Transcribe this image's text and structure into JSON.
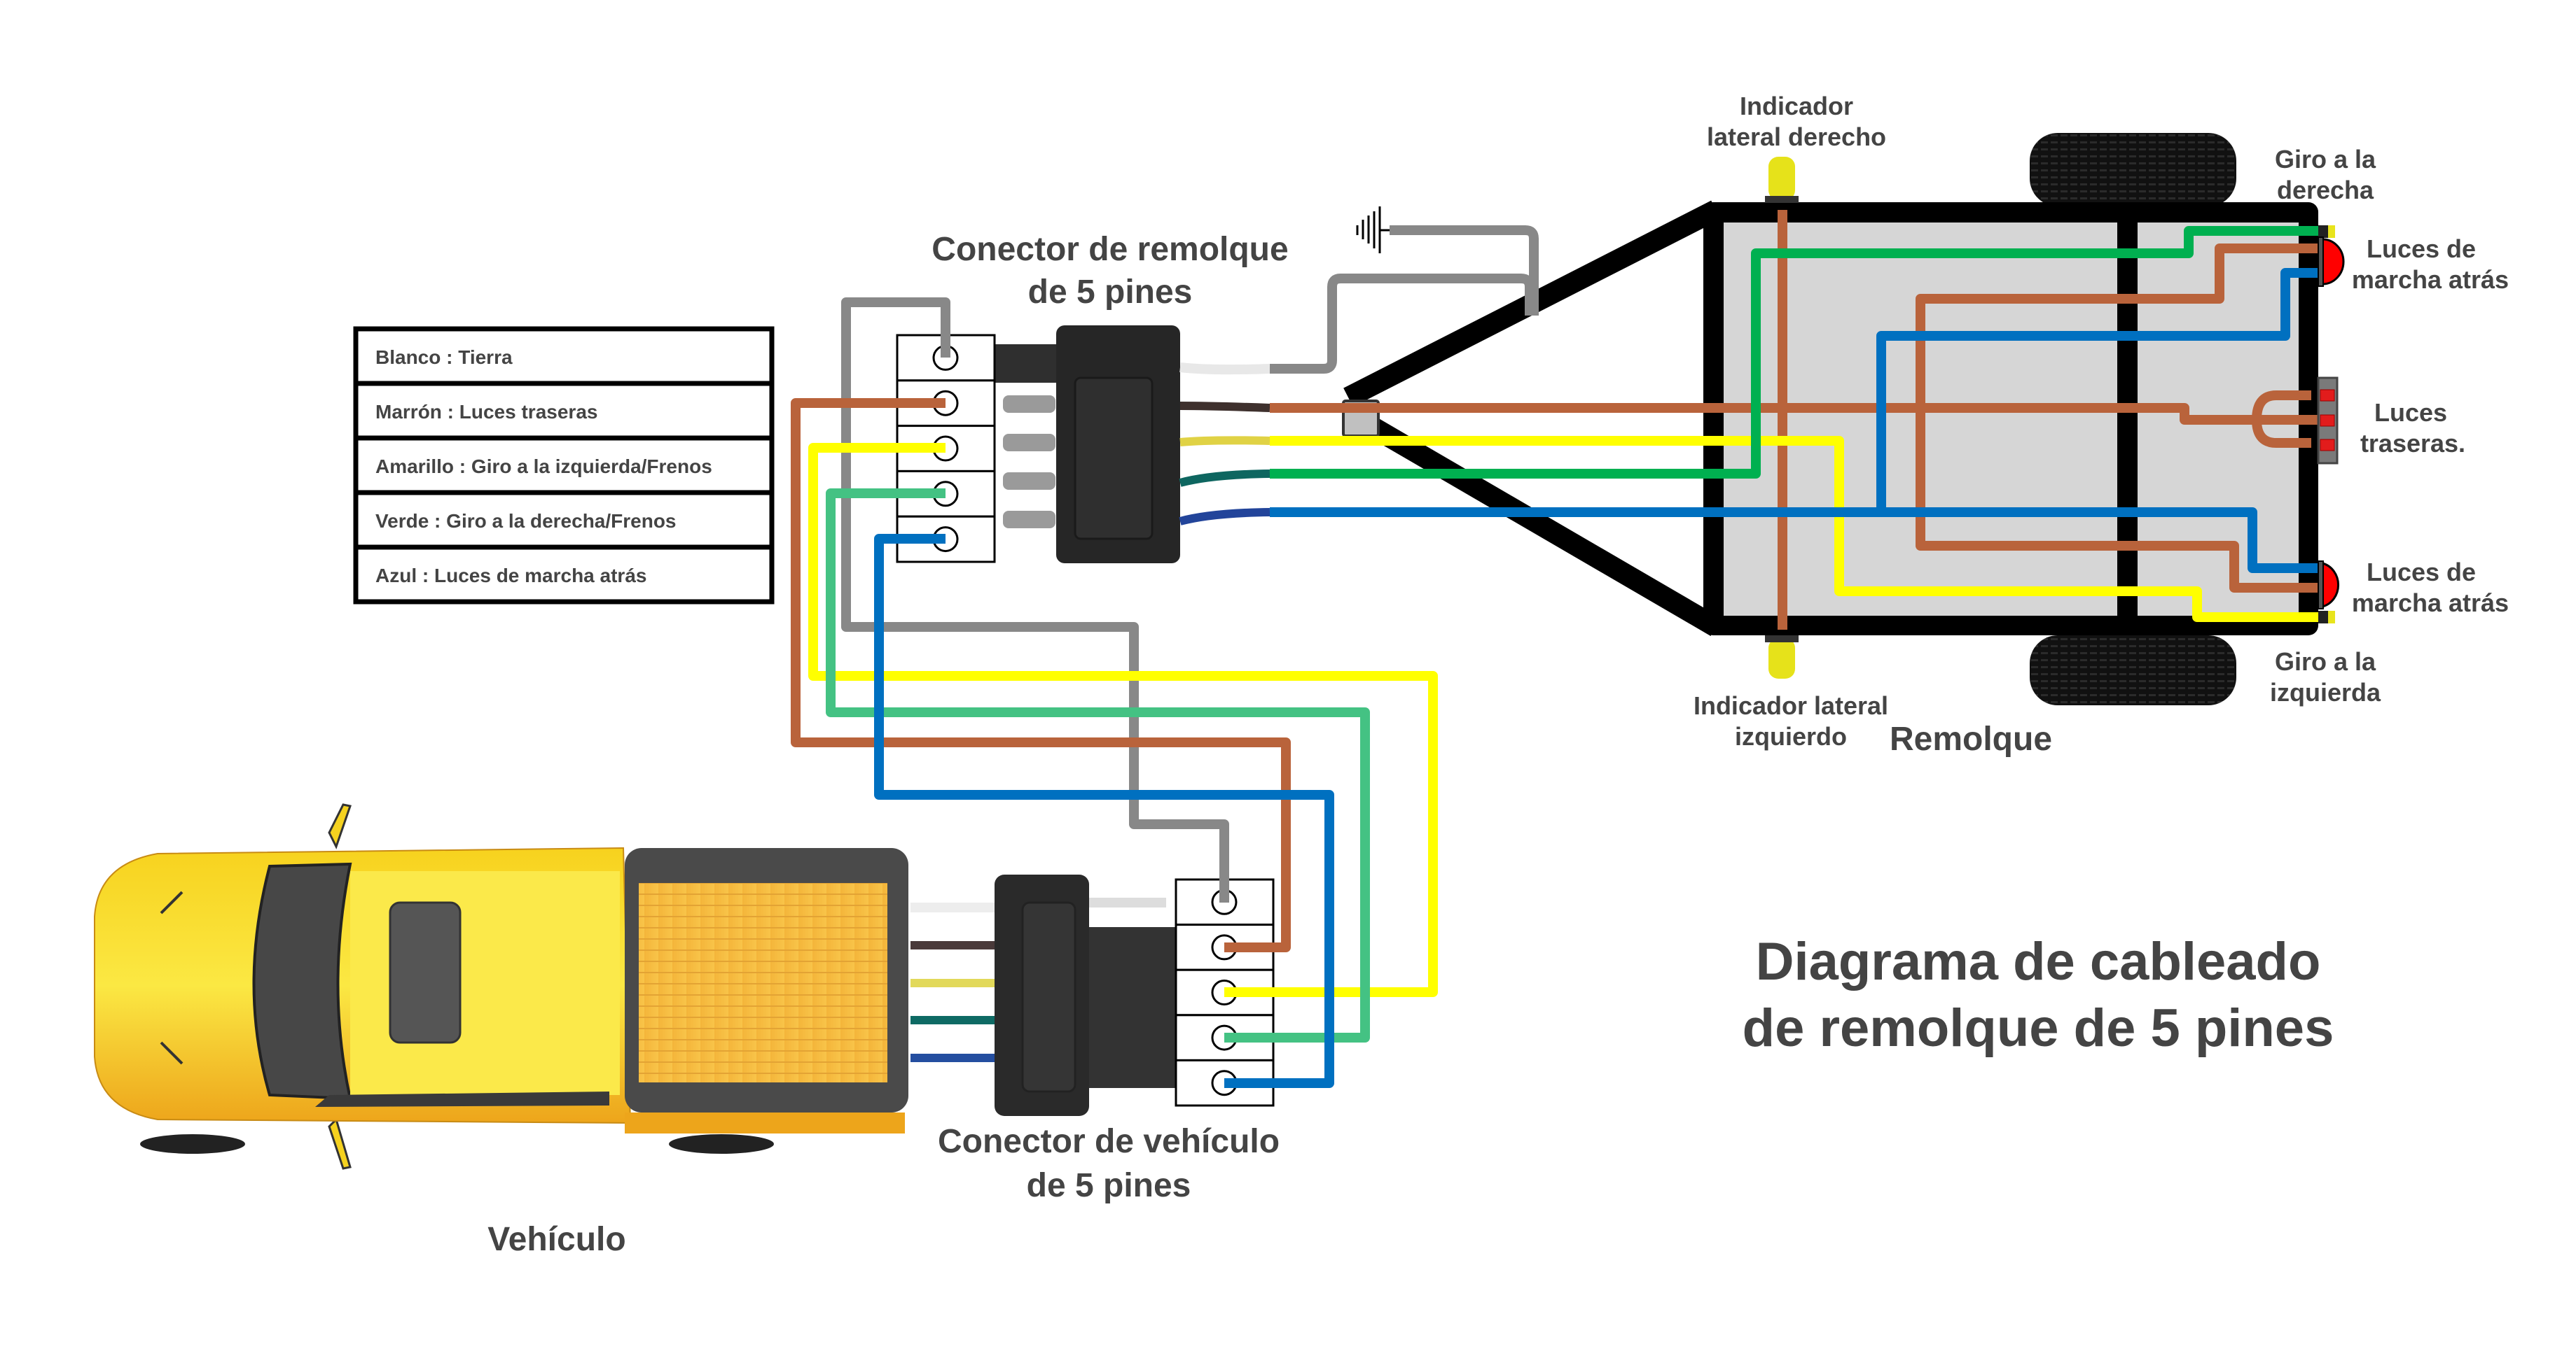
{
  "title": {
    "line1": "Diagrama de cableado",
    "line2": "de remolque de 5 pines"
  },
  "legend": [
    {
      "color": "Blanco",
      "function": "Tierra",
      "text": "Blanco : Tierra"
    },
    {
      "color": "Marrón",
      "function": "Luces traseras",
      "text": "Marrón : Luces traseras"
    },
    {
      "color": "Amarillo",
      "function": "Giro a la izquierda/Frenos",
      "text": "Amarillo : Giro a la izquierda/Frenos"
    },
    {
      "color": "Verde",
      "function": "Giro a la derecha/Frenos",
      "text": "Verde : Giro a la derecha/Frenos"
    },
    {
      "color": "Azul",
      "function": "Luces de marcha atrás",
      "text": "Azul : Luces de marcha atrás"
    }
  ],
  "connectors": {
    "trailer": {
      "line1": "Conector de remolque",
      "line2": "de 5 pines",
      "pins": 5
    },
    "vehicle": {
      "line1": "Conector de vehículo",
      "line2": "de 5 pines",
      "pins": 5
    }
  },
  "labels": {
    "vehicle": "Vehículo",
    "trailer": "Remolque",
    "right_side_marker": {
      "line1": "Indicador",
      "line2": "lateral derecho"
    },
    "left_side_marker": {
      "line1": "Indicador lateral",
      "line2": "izquierdo"
    },
    "right_turn": {
      "line1": "Giro a la",
      "line2": "derecha"
    },
    "reverse_top": {
      "line1": "Luces de",
      "line2": "marcha atrás"
    },
    "tail_lights": {
      "line1": "Luces",
      "line2": "traseras."
    },
    "reverse_bottom": {
      "line1": "Luces de",
      "line2": "marcha atrás"
    },
    "left_turn": {
      "line1": "Giro a la",
      "line2": "izquierda"
    }
  },
  "wire_colors": {
    "ground": "#888888",
    "tail": "#B9633B",
    "left_turn": "#FFFF00",
    "right_turn_trailer": "#00B050",
    "right_turn_harness": "#44C283",
    "reverse": "#0070C0"
  },
  "icons": {
    "ground": "ground-symbol-icon",
    "tail_light_bar": "tail-light-bar-icon",
    "reverse_light": "reverse-light-icon",
    "side_marker": "side-marker-light-icon",
    "tire": "tire-icon",
    "truck": "pickup-truck-icon",
    "plug": "connector-plug-icon"
  }
}
